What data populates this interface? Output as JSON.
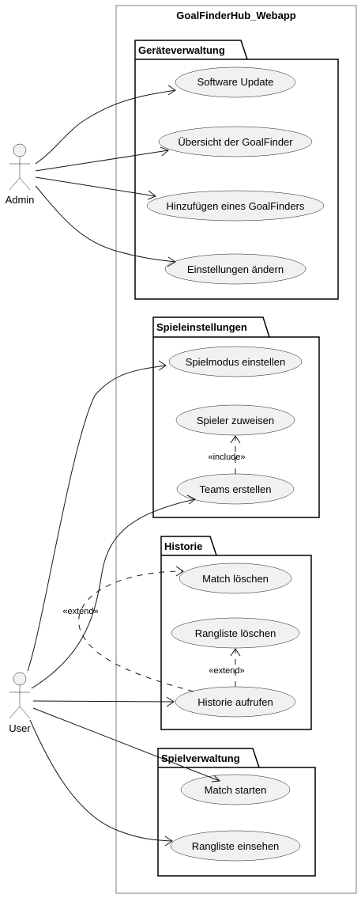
{
  "system": {
    "title": "GoalFinderHub_Webapp"
  },
  "actors": {
    "admin": "Admin",
    "user": "User"
  },
  "packages": {
    "geraete": {
      "title": "Geräteverwaltung",
      "software_update": "Software Update",
      "uebersicht": "Übersicht der GoalFinder",
      "hinzufuegen": "Hinzufügen eines GoalFinders",
      "einstellungen": "Einstellungen ändern"
    },
    "spieleinstellungen": {
      "title": "Spieleinstellungen",
      "spielmodus": "Spielmodus einstellen",
      "spieler_zuweisen": "Spieler zuweisen",
      "teams_erstellen": "Teams erstellen"
    },
    "historie": {
      "title": "Historie",
      "match_loeschen": "Match löschen",
      "rangliste_loeschen": "Rangliste löschen",
      "historie_aufrufen": "Historie aufrufen"
    },
    "spielverwaltung": {
      "title": "Spielverwaltung",
      "match_starten": "Match starten",
      "rangliste_einsehen": "Rangliste einsehen"
    }
  },
  "stereotypes": {
    "include": "«include»",
    "extend_rangliste": "«extend»",
    "extend_match": "«extend»"
  }
}
